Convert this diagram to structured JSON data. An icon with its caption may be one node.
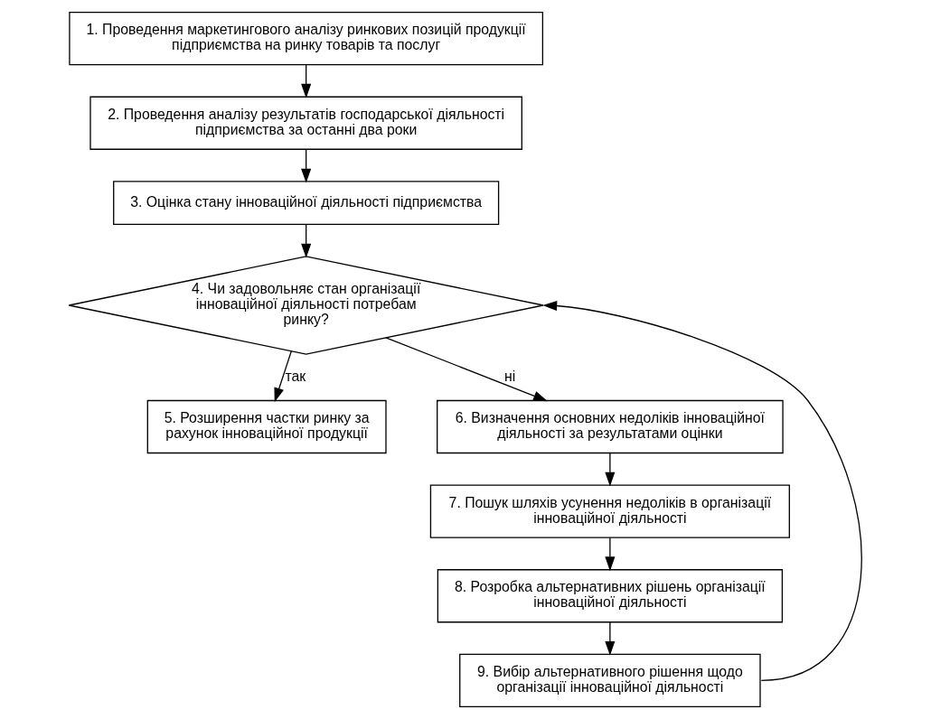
{
  "diagram": {
    "nodes": [
      {
        "text": [
          "1. Проведення маркетингового аналізу ринкових позицій продукції підприємства на ринку товарів та послуг"
        ]
      },
      {
        "text": [
          "2. Проведення аналізу результатів господарської діяльності підприємства за останні два роки"
        ]
      },
      {
        "text": [
          "3. Оцінка стану інноваційної діяльності підприємства"
        ]
      },
      {
        "text": [
          "4. Чи задовольняє стан організації інноваційної діяльності потребам ринку?"
        ]
      },
      {
        "text": [
          "5. Розширення частки ринку за рахунок інноваційної продукції"
        ]
      },
      {
        "text": [
          "6. Визначення основних недоліків інноваційної діяльності за результатами оцінки"
        ]
      },
      {
        "text": [
          "7. Пошук шляхів усунення недоліків в організації інноваційної діяльності"
        ]
      },
      {
        "text": [
          "8. Розробка альтернативних рішень організації інноваційної діяльності"
        ]
      },
      {
        "text": [
          "9. Вибір альтернативного рішення щодо організації інноваційної діяльності"
        ]
      }
    ],
    "edges": [
      {
        "from": 0,
        "to": 1,
        "arrow": "to"
      },
      {
        "from": 1,
        "to": 2,
        "arrow": "to"
      },
      {
        "from": 2,
        "to": 3,
        "arrow": "to"
      },
      {
        "from": 3,
        "to": 4,
        "arrow": "to",
        "label": "так"
      },
      {
        "from": 3,
        "to": 5,
        "arrow": "to",
        "label": "ні"
      },
      {
        "from": 5,
        "to": 6,
        "arrow": "to"
      },
      {
        "from": 6,
        "to": 7,
        "arrow": "to"
      },
      {
        "from": 7,
        "to": 8,
        "arrow": "to"
      },
      {
        "from": 8,
        "to": 3,
        "arrow": "to"
      }
    ]
  }
}
